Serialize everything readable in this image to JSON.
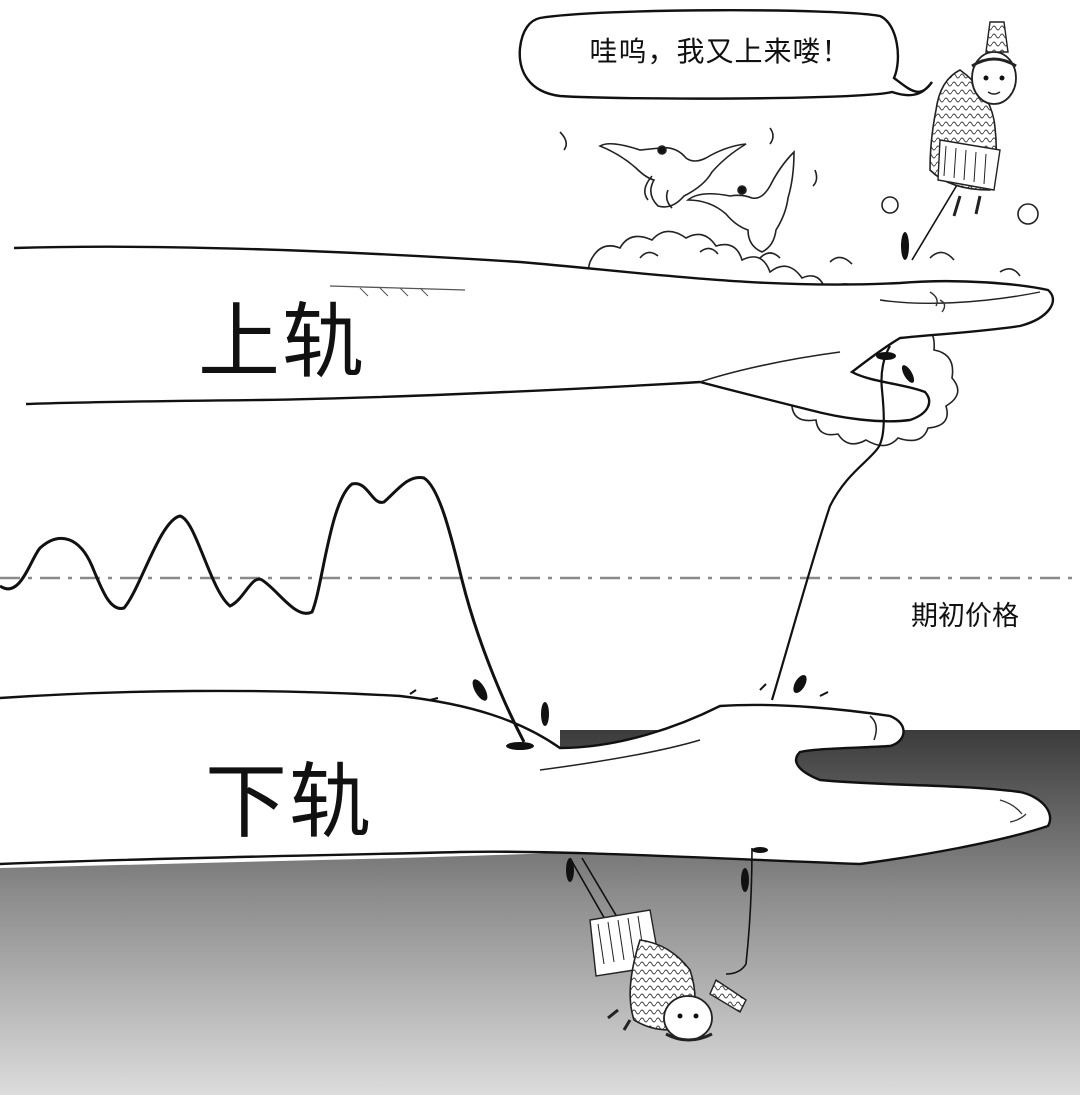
{
  "labels": {
    "upper_band": "上轨",
    "lower_band": "下轨",
    "initial_price": "期初价格"
  },
  "speech_bubble": {
    "text": "哇呜，我又上来喽！"
  },
  "colors": {
    "ink": "#111111",
    "dashed_line": "#8a8a8a",
    "water_top": "#3a3a3a",
    "water_bottom": "#d8d8d8"
  },
  "icons": [
    "hand-icon",
    "cloud-icon",
    "dove-icon",
    "monkey-king-figure",
    "string-icon"
  ]
}
